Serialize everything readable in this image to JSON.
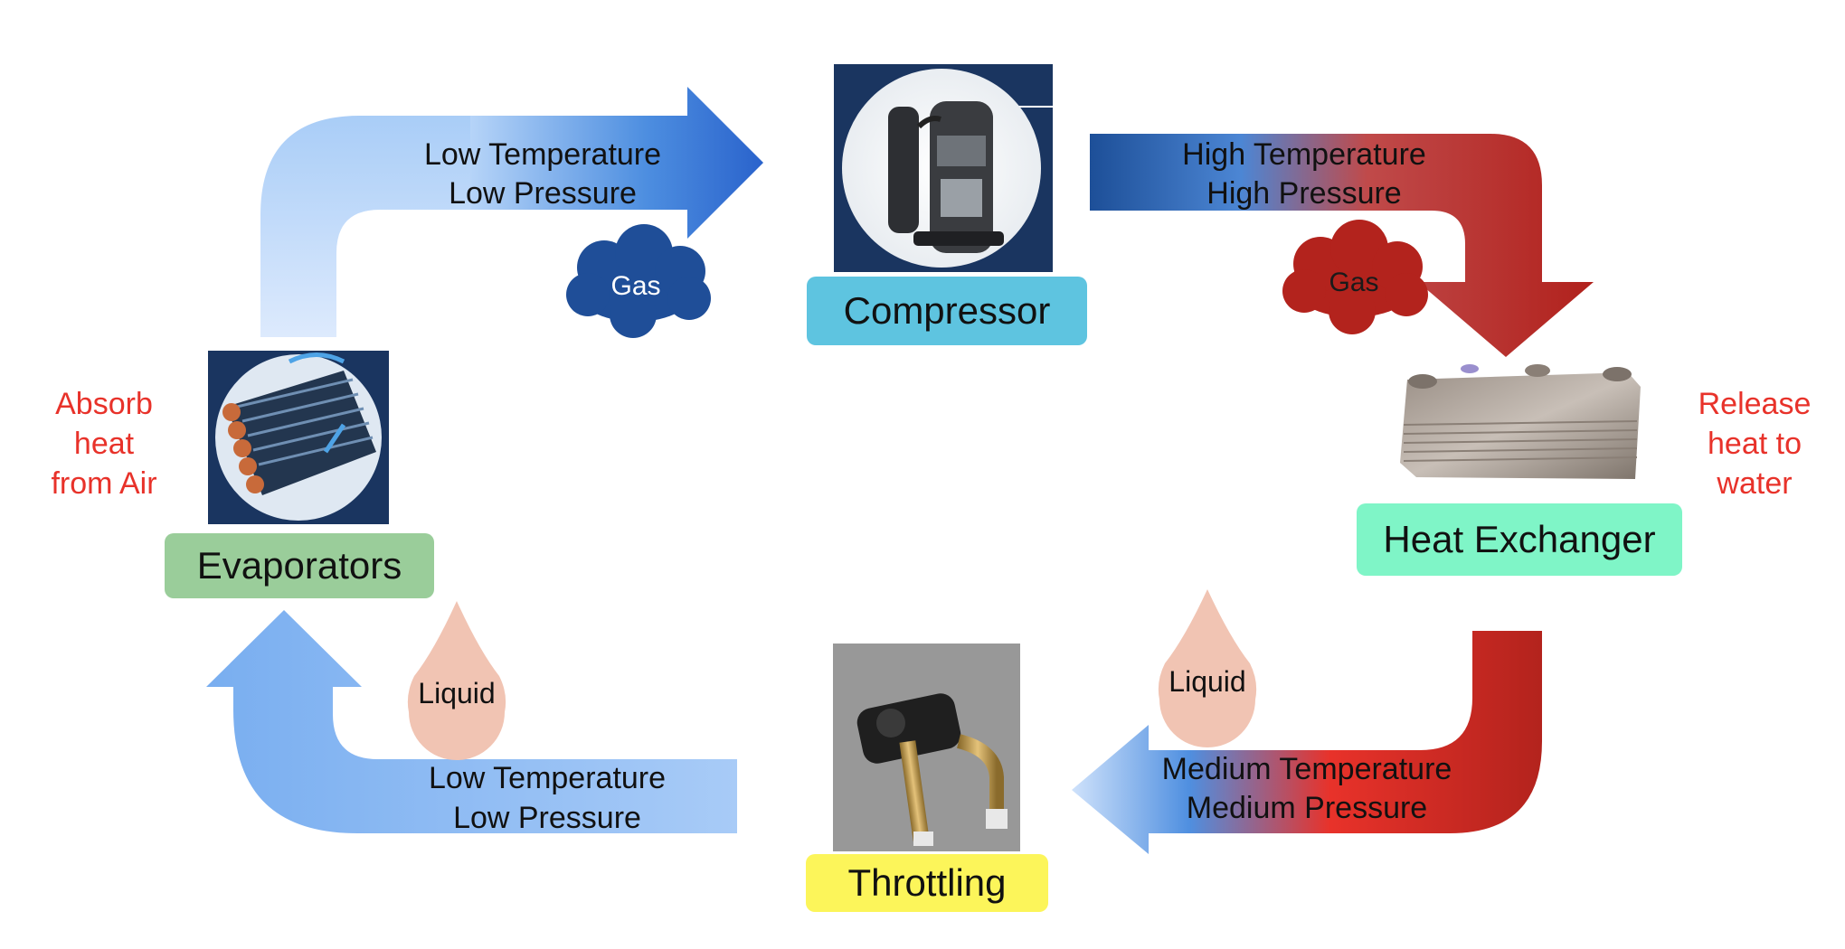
{
  "components": {
    "compressor": "Compressor",
    "evaporators": "Evaporators",
    "heat_exchanger": "Heat Exchanger",
    "throttling": "Throttling"
  },
  "flows": {
    "top_left": {
      "line1": "Low Temperature",
      "line2": "Low Pressure"
    },
    "top_right": {
      "line1": "High Temperature",
      "line2": "High Pressure"
    },
    "bottom_right": {
      "line1": "Medium Temperature",
      "line2": "Medium Pressure"
    },
    "bottom_left": {
      "line1": "Low Temperature",
      "line2": "Low Pressure"
    }
  },
  "states": {
    "gas_left": "Gas",
    "gas_right": "Gas",
    "liquid_left": "Liquid",
    "liquid_right": "Liquid"
  },
  "side_notes": {
    "left": {
      "line1": "Absorb",
      "line2": "heat",
      "line3": "from Air"
    },
    "right": {
      "line1": "Release",
      "line2": "heat to",
      "line3": "water"
    }
  },
  "colors": {
    "cold_blue": "#2a6bd1",
    "light_blue": "#cfe4fb",
    "hot_red": "#b3231d",
    "bright_red": "#e8322a",
    "gas_blue_cloud": "#1f4e98",
    "gas_red_cloud": "#b3231d",
    "liquid_drop": "#f1c4b3",
    "compressor_label": "#5ec4e0",
    "evaporators_label": "#9acd9a",
    "heat_exchanger_label": "#7ff5c7",
    "throttling_label": "#fcf55a"
  },
  "icons": {
    "compressor": "compressor-photo-icon",
    "evaporator": "evaporator-coil-photo-icon",
    "heat_exchanger": "plate-heat-exchanger-photo-icon",
    "throttling": "expansion-valve-photo-icon"
  }
}
